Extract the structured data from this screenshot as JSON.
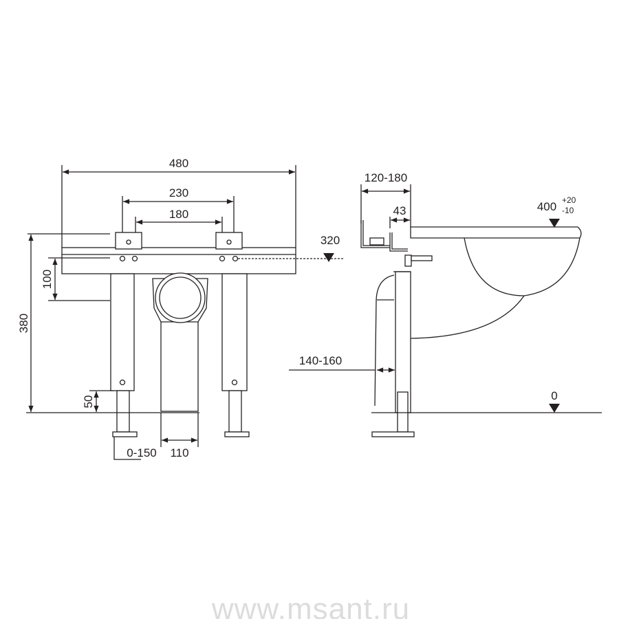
{
  "front_view": {
    "dims": {
      "width_total": "480",
      "bracket_outer": "230",
      "bracket_inner": "180",
      "height_total": "380",
      "rail_offset": "100",
      "foot_height": "50",
      "leg_adjust": "0-150",
      "pipe_width": "110",
      "level_mark": "320"
    }
  },
  "side_view": {
    "dims": {
      "wall_depth": "120-180",
      "bracket_depth": "43",
      "basin_height": "400",
      "basin_tol_plus": "+20",
      "basin_tol_minus": "-10",
      "pipe_offset": "140-160",
      "floor_level": "0"
    }
  },
  "watermark": "www.msant.ru",
  "colors": {
    "line": "#231f20",
    "watermark": "#dcdcdc"
  }
}
